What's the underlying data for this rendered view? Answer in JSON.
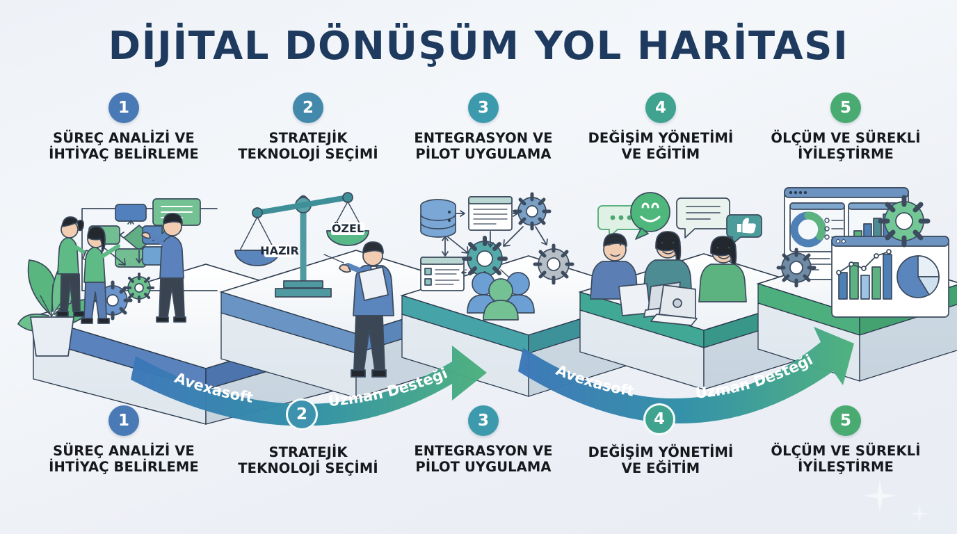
{
  "title": "DİJİTAL DÖNÜŞÜM YOL HARİTASI",
  "colors": {
    "background_start": "#eef2f7",
    "background_end": "#e9edf4",
    "title": "#1f3a5f",
    "step_1": "#4a7ab5",
    "step_2": "#4289ab",
    "step_3": "#3d9aad",
    "step_4": "#3fa38f",
    "step_5": "#4aab72",
    "arrow_start": "#3b76b8",
    "arrow_end": "#4cb07c",
    "label_text": "#16181c"
  },
  "steps": [
    {
      "number": "1",
      "line1": "SÜREÇ ANALİZİ VE",
      "line2": "İHTİYAÇ BELİRLEME",
      "color": "#4a7ab5"
    },
    {
      "number": "2",
      "line1": "STRATEJİK",
      "line2": "TEKNOLOJİ SEÇİMİ",
      "color": "#4289ab"
    },
    {
      "number": "3",
      "line1": "ENTEGRASYON VE",
      "line2": "PİLOT UYGULAMA",
      "color": "#3d9aad"
    },
    {
      "number": "4",
      "line1": "DEĞİŞİM YÖNETİMİ",
      "line2": "VE EĞİTİM",
      "color": "#3fa38f"
    },
    {
      "number": "5",
      "line1": "ÖLÇÜM VE SÜREKLİ",
      "line2": "İYİLEŞTİRME",
      "color": "#4aab72"
    }
  ],
  "steps_bottom": [
    {
      "number": "1",
      "line1": "SÜREÇ ANALİZİ VE",
      "line2": "İHTİYAÇ BELİRLEME",
      "color": "#4a7ab5"
    },
    {
      "number": "2",
      "line1": "STRATEJİK",
      "line2": "TEKNOLOJİ SEÇİMİ",
      "color": "#4289ab"
    },
    {
      "number": "3",
      "line1": "ENTEGRASYON VE",
      "line2": "PİLOT UYGULAMA",
      "color": "#3d9aad"
    },
    {
      "number": "4",
      "line1": "DEĞİŞİM YÖNETİMİ",
      "line2": "VE EĞİTİM",
      "color": "#3fa38f"
    },
    {
      "number": "5",
      "line1": "ÖLÇÜM VE SÜREKLİ",
      "line2": "İYİLEŞTİRME",
      "color": "#4aab72"
    }
  ],
  "arrows": [
    {
      "label_left": "Avexasoft",
      "label_right": "Uzman Desteği",
      "badge": "2",
      "badge_color": "#3d93ae"
    },
    {
      "label_left": "Avexasoft",
      "label_right": "Uzman Desteği",
      "badge": "4",
      "badge_color": "#3fa38f"
    }
  ],
  "scenes": {
    "scene1": {
      "name": "process-analysis-workshop",
      "description": "Three people at a flowchart whiteboard with gears and a potted plant",
      "platform_color": "#5a82bd"
    },
    "scene2": {
      "name": "technology-selection-scale",
      "description": "Balance scale weighing two options, consultant presenting",
      "platform_color": "#6a94c4",
      "scale_left_label": "HAZIR",
      "scale_right_label": "ÖZEL"
    },
    "scene3": {
      "name": "integration-pilot-diagram",
      "description": "Database, documents, gears and user group connected by arrows",
      "platform_color": "#46a3a8"
    },
    "scene4": {
      "name": "change-management-training",
      "description": "Three colleagues with laptops and speech bubbles",
      "platform_color": "#40a894"
    },
    "scene5": {
      "name": "measurement-dashboard",
      "description": "Analytics dashboard windows with donut, bar, line and pie charts plus gears",
      "platform_color": "#4caf7d"
    }
  }
}
